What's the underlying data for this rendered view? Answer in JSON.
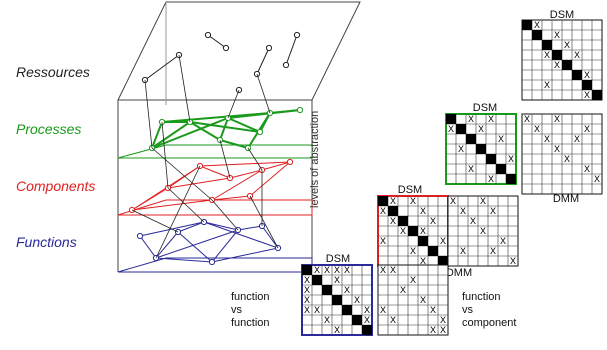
{
  "levels": {
    "resources": {
      "label": "Ressources",
      "color": "#222222"
    },
    "processes": {
      "label": "Processes",
      "color": "#1a9a1a"
    },
    "components": {
      "label": "Components",
      "color": "#e02020"
    },
    "functions": {
      "label": "Functions",
      "color": "#2a2a9a"
    }
  },
  "axis_label": "levels of abstraction",
  "matrices": {
    "dsm_label": "DSM",
    "dmm_label": "DMM",
    "x_mark": "X"
  },
  "notes": {
    "function_vs_function": "function\nvs\nfunction",
    "function_vs_component": "function\nvs\ncomponent"
  },
  "colors": {
    "functions_frame": "#2a2a9a",
    "components_frame": "#e02020",
    "processes_frame": "#1a9a1a",
    "resources_frame": "#222222"
  }
}
